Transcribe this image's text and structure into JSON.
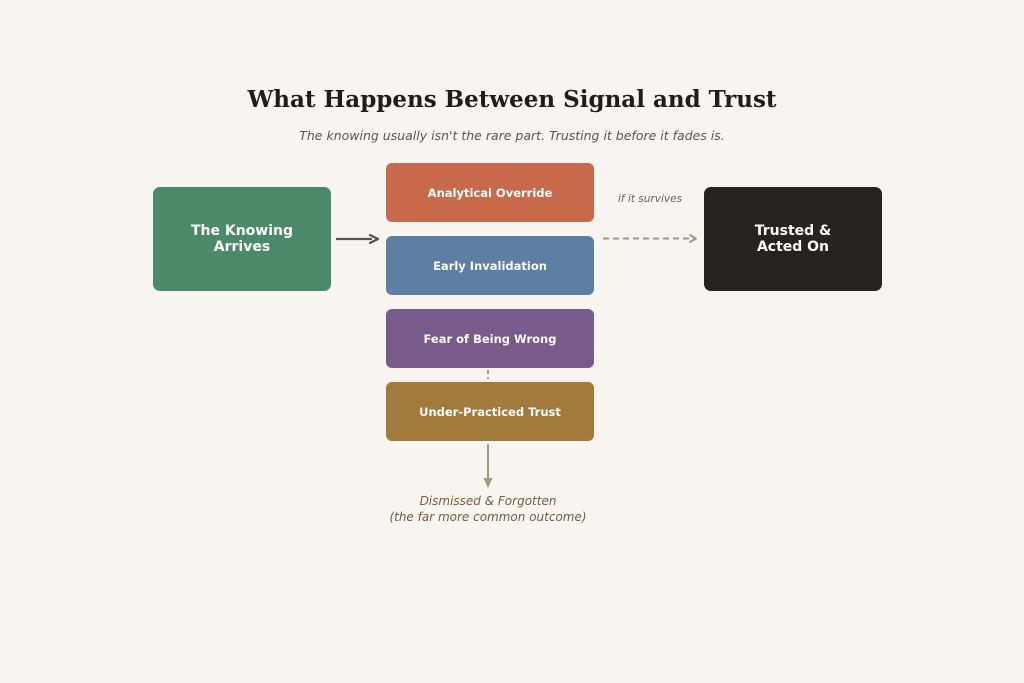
{
  "title": "What Happens Between Signal and Trust",
  "subtitle": "The knowing usually isn't the rare part. Trusting it before it fades is.",
  "start_node": {
    "label": "The Knowing\nArrives",
    "color": "#4a8a69"
  },
  "end_node": {
    "label": "Trusted &\nActed On",
    "color": "#29231f"
  },
  "barriers": [
    {
      "label": "Analytical Override",
      "color": "#c8694c"
    },
    {
      "label": "Early Invalidation",
      "color": "#5c7fa3"
    },
    {
      "label": "Fear of Being Wrong",
      "color": "#785b8a"
    },
    {
      "label": "Under-Practiced Trust",
      "color": "#a27a3c"
    }
  ],
  "survive_label": "if it survives",
  "outcome": {
    "line1": "Dismissed & Forgotten",
    "line2": "(the far more common outcome)"
  },
  "colors": {
    "background": "#f8f5f0",
    "arrow_solid": "#5a5148",
    "arrow_dashed": "#a4967f"
  }
}
